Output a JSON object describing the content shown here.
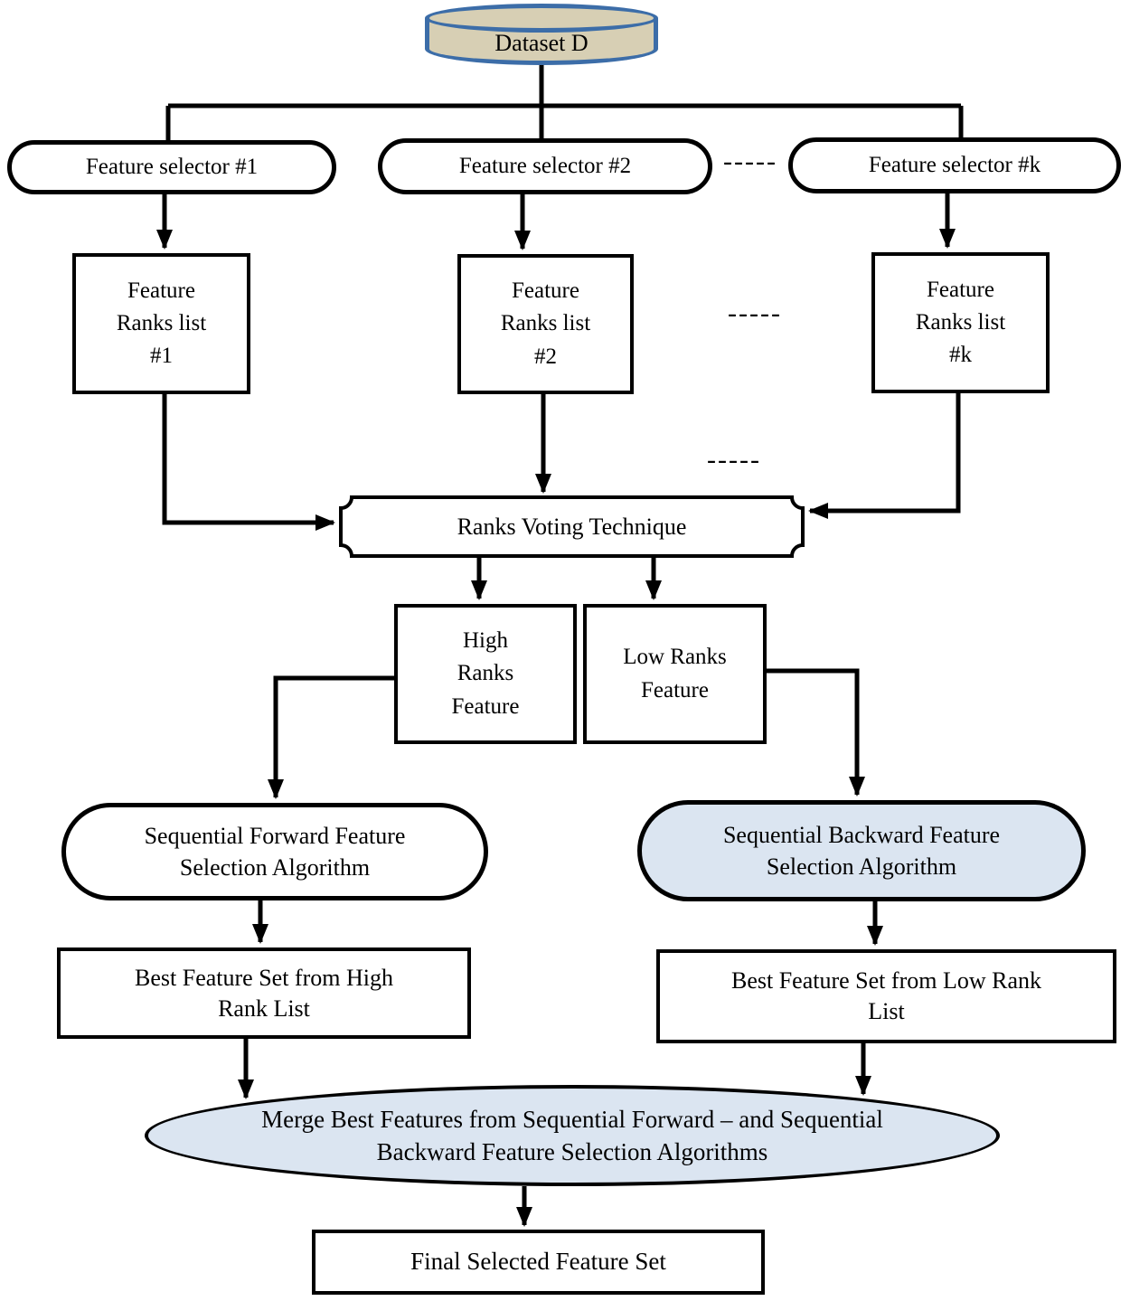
{
  "colors": {
    "line": "#000000",
    "node_fill": "#ffffff",
    "blue_fill": "#dbe5f1",
    "cylinder_fill": "#d7cfb4",
    "cylinder_border": "#3c6da8"
  },
  "nodes": {
    "dataset": {
      "label": "Dataset D"
    },
    "selector_1": {
      "label": "Feature selector #1"
    },
    "selector_2": {
      "label": "Feature selector #2"
    },
    "selector_k": {
      "label": "Feature selector #k"
    },
    "dots_selectors": {
      "label": "-----"
    },
    "rank_list_1": {
      "label": "Feature\nRanks list\n#1"
    },
    "rank_list_2": {
      "label": "Feature\nRanks list\n#2"
    },
    "rank_list_k": {
      "label": "Feature\nRanks list\n#k"
    },
    "dots_ranks": {
      "label": "-----"
    },
    "dots_mid": {
      "label": "-----"
    },
    "voting": {
      "label": "Ranks Voting Technique"
    },
    "high_ranks": {
      "label": "High\nRanks\nFeature"
    },
    "low_ranks": {
      "label": "Low Ranks\nFeature"
    },
    "seq_forward": {
      "label": "Sequential Forward Feature\nSelection Algorithm"
    },
    "seq_backward": {
      "label": "Sequential Backward Feature\nSelection Algorithm"
    },
    "best_high": {
      "label": "Best Feature Set from High\nRank List"
    },
    "best_low": {
      "label": "Best Feature Set from Low Rank\nList"
    },
    "merge": {
      "label": "Merge Best Features from Sequential Forward – and Sequential\nBackward Feature Selection Algorithms"
    },
    "final": {
      "label": "Final Selected Feature Set"
    }
  }
}
